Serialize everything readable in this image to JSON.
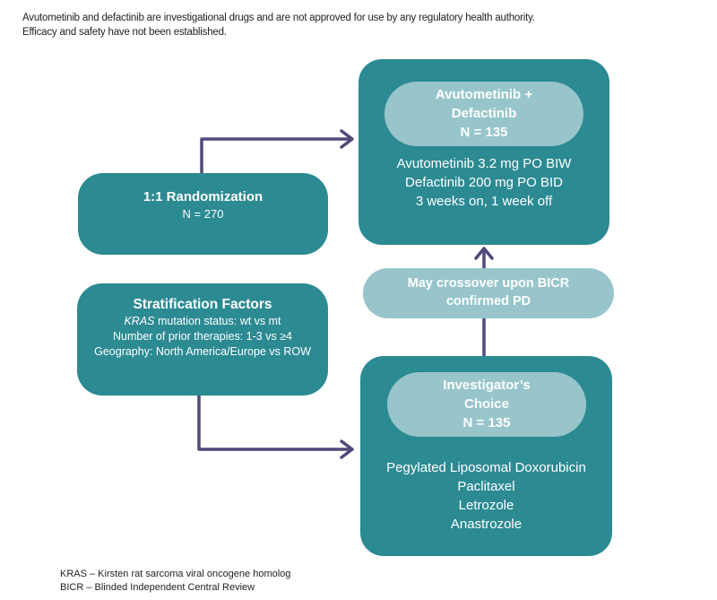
{
  "disclaimer": {
    "line1": "Avutometinib and defactinib are investigational drugs and are not approved for use by any regulatory health authority.",
    "line2": "Efficacy and safety have not been established."
  },
  "randomization": {
    "title": "1:1 Randomization",
    "n": "N = 270"
  },
  "stratification": {
    "title": "Stratification Factors",
    "factors": [
      {
        "italic_prefix": "KRAS",
        "text": " mutation status: wt vs mt"
      },
      {
        "italic_prefix": "",
        "text": "Number of prior therapies: 1-3 vs ≥4"
      },
      {
        "italic_prefix": "",
        "text": "Geography: North America/Europe vs ROW"
      }
    ]
  },
  "arm_a": {
    "header": [
      "Avutometinib +",
      "Defactinib",
      "N = 135"
    ],
    "regimen": [
      "Avutometinib 3.2 mg PO BIW",
      "Defactinib 200 mg PO BID",
      "3 weeks on, 1 week off"
    ]
  },
  "crossover": {
    "lines": [
      "May crossover upon BICR",
      "confirmed PD"
    ]
  },
  "arm_b": {
    "header": [
      "Investigator’s",
      "Choice",
      "N = 135"
    ],
    "options": [
      "Pegylated Liposomal Doxorubicin",
      "Paclitaxel",
      "Letrozole",
      "Anastrozole"
    ]
  },
  "footnotes": [
    "KRAS – Kirsten rat sarcoma viral oncogene homolog",
    "BICR – Blinded Independent Central Review"
  ],
  "colors": {
    "box": "#2c8a92",
    "pill": "#97c5cb",
    "arrow": "#4f4a7a"
  }
}
